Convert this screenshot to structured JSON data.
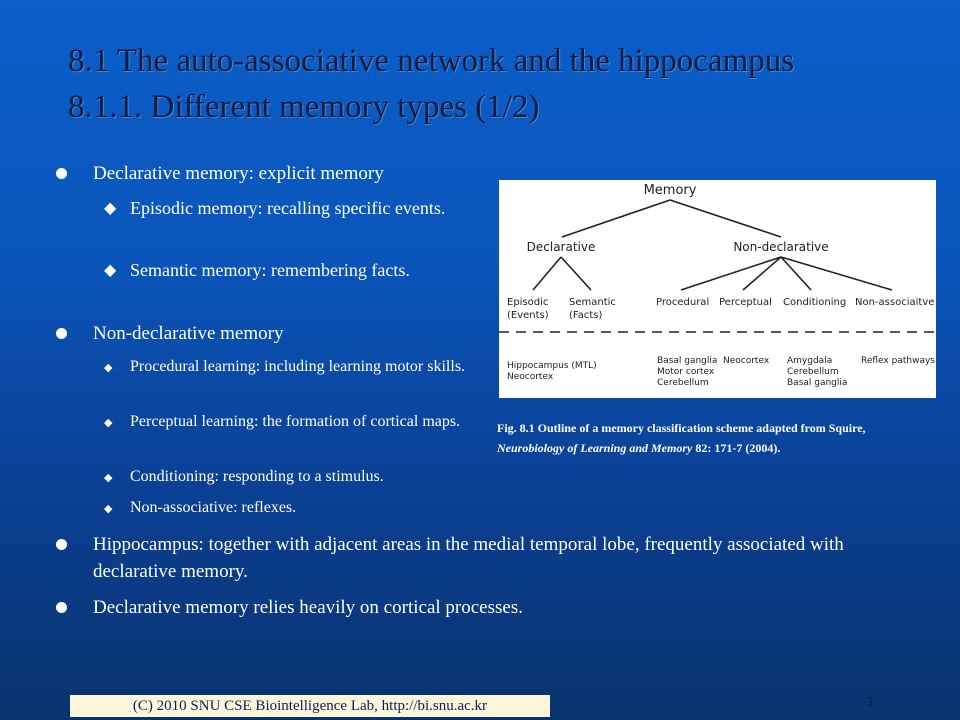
{
  "title": {
    "line1": "8.1 The auto-associative network and the hippocampus",
    "line2": "8.1.1. Different memory types (1/2)"
  },
  "bullets": {
    "declarative": "Declarative memory: explicit memory",
    "episodic": "Episodic memory: recalling specific events.",
    "semantic": "Semantic memory: remembering facts.",
    "non_declarative": "Non-declarative memory",
    "procedural": "Procedural learning: including learning motor skills.",
    "perceptual": "Perceptual learning: the formation of cortical maps.",
    "conditioning": "Conditioning: responding to a stimulus.",
    "non_associative": "Non-associative: reflexes.",
    "hippocampus": "Hippocampus: together with adjacent areas in the medial temporal lobe, frequently associated with declarative memory.",
    "cortical": "Declarative memory relies heavily on cortical processes."
  },
  "figure": {
    "root": "Memory",
    "declarative": "Declarative",
    "non_declarative": "Non-declarative",
    "episodic": "Episodic",
    "events": "(Events)",
    "semantic": "Semantic",
    "facts": "(Facts)",
    "procedural": "Procedural",
    "perceptual": "Perceptual",
    "conditioning": "Conditioning",
    "non_associative": "Non-associaitve",
    "hippocampus_1": "Hippocampus (MTL)",
    "hippocampus_2": "Neocortex",
    "basal_1": "Basal ganglia",
    "basal_2": "Motor cortex",
    "basal_3": "Cerebellum",
    "neocortex": "Neocortex",
    "amygdala_1": "Amygdala",
    "amygdala_2": "Cerebellum",
    "amygdala_3": "Basal ganglia",
    "reflex": "Reflex pathways"
  },
  "caption": {
    "part1": "Fig. 8.1 Outline of a memory classification scheme adapted from Squire, ",
    "journal": "Neurobiology of Learning and Memory",
    "part2": " 82: 171-7 (2004)."
  },
  "footer": {
    "text": "(C) 2010 SNU CSE Biointelligence Lab,   http://bi.snu.ac.kr",
    "page": "3"
  },
  "colors": {
    "background_top": "#0a5fc9",
    "background_bottom": "#09336f",
    "title": "#0b1a3f",
    "footer_bg": "#fdf6d8"
  }
}
